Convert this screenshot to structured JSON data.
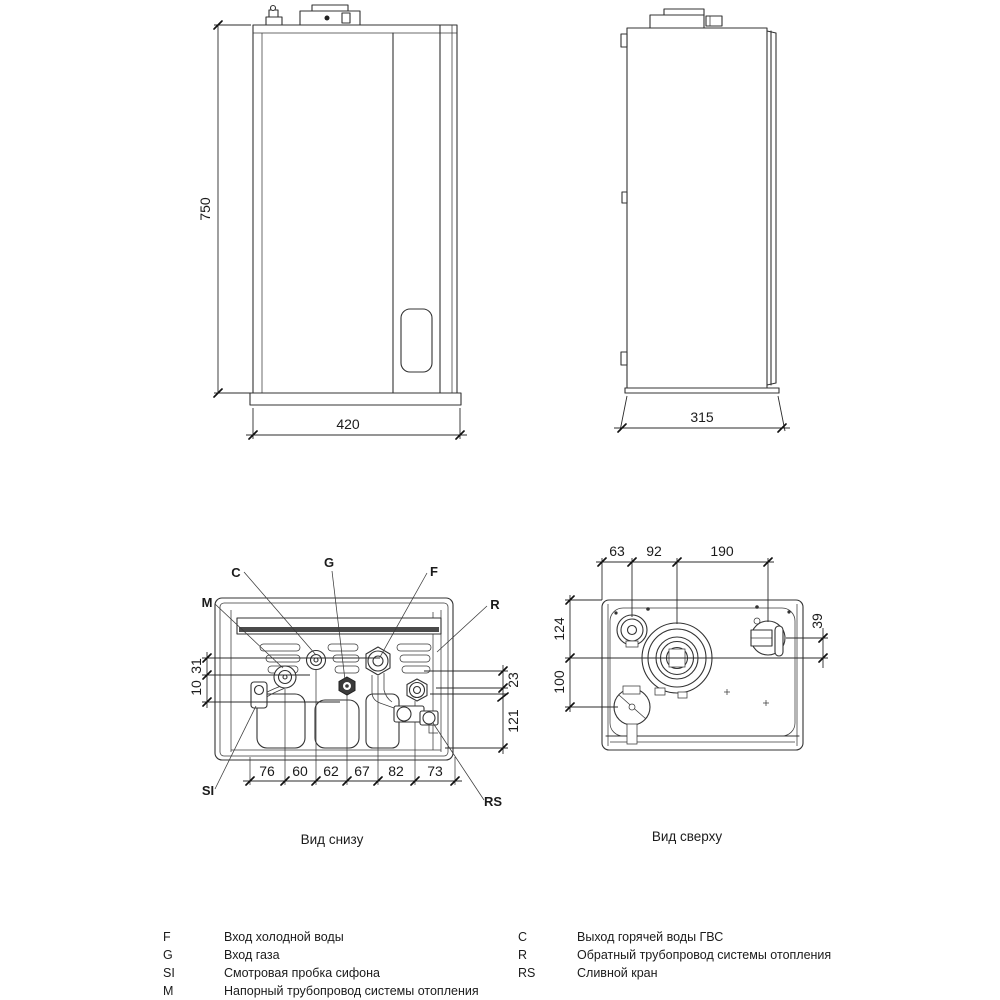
{
  "drawing": {
    "type": "boiler-installation-dimensions",
    "line_color": "#333333",
    "text_color": "#1b1b1b"
  },
  "views": {
    "front": {
      "dims": {
        "height": "750",
        "width": "420"
      }
    },
    "side": {
      "dims": {
        "depth": "315"
      }
    },
    "bottom": {
      "caption": "Вид снизу",
      "connection_labels": {
        "C": "C",
        "G": "G",
        "F": "F",
        "M": "M",
        "R": "R",
        "SI": "SI",
        "RS": "RS"
      },
      "dims": {
        "widths": [
          "76",
          "60",
          "62",
          "67",
          "82",
          "73"
        ],
        "left": [
          "31",
          "10"
        ],
        "right": [
          "23",
          "121"
        ]
      }
    },
    "top": {
      "caption": "Вид сверху",
      "dims": {
        "top": [
          "63",
          "92",
          "190"
        ],
        "left": [
          "124",
          "100"
        ],
        "right": [
          "39"
        ]
      }
    }
  },
  "legend": {
    "left": [
      {
        "key": "F",
        "desc": "Вход холодной воды"
      },
      {
        "key": "G",
        "desc": "Вход газа"
      },
      {
        "key": "SI",
        "desc": "Смотровая пробка сифона"
      },
      {
        "key": "M",
        "desc": "Напорный трубопровод системы отопления"
      }
    ],
    "right": [
      {
        "key": "C",
        "desc": "Выход горячей воды ГВС"
      },
      {
        "key": "R",
        "desc": "Обратный трубопровод системы отопления"
      },
      {
        "key": "RS",
        "desc": "Сливной кран"
      }
    ]
  }
}
